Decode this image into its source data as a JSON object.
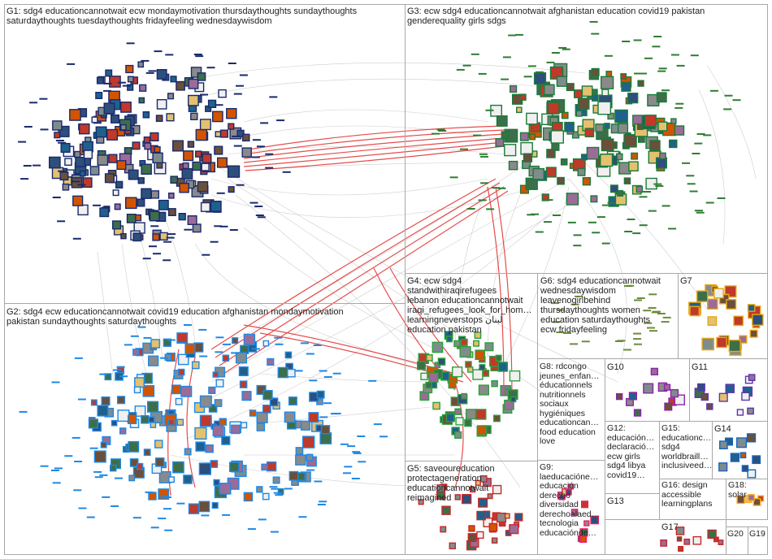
{
  "groups": [
    {
      "id": "g1",
      "text": "G1: sdg4 educationcannotwait ecw mondaymotivation thursdaythoughts sundaythoughts\nsaturdaythoughts tuesdaythoughts fridayfeeling wednesdaywisdom",
      "color": "#1a2a6c"
    },
    {
      "id": "g2",
      "text": "G2: sdg4 ecw educationcannotwait covid19 education afghanistan mondaymotivation\npakistan sundaythoughts saturdaythoughts",
      "color": "#1e88e5"
    },
    {
      "id": "g3",
      "text": "G3: ecw sdg4 educationcannotwait afghanistan education covid19 pakistan\ngenderequality girls sdgs",
      "color": "#1b7a3a"
    },
    {
      "id": "g4",
      "text": "G4: ecw sdg4\nstandwithiraqirefugees\nlebanon educationcannotwait\niraqi_refugees_look_for_hom…\nlearningneverstops لبنان\neducation pakistan",
      "color": "#2e9e3e"
    },
    {
      "id": "g5",
      "text": "G5: saveoureducation\nprotectageneration\neducationcannotwait\nreimagined",
      "color": "#c62828"
    },
    {
      "id": "g6",
      "text": "G6: sdg4 educationcannotwait\nwednesdaywisdom\nleavenogirlbehind\nthursdaythoughts women\neducation saturdaythoughts\necw fridayfeeling",
      "color": "#6d8c3a"
    },
    {
      "id": "g7",
      "text": "G7",
      "color": "#e6a817"
    },
    {
      "id": "g8",
      "text": "G8: rdcongo\njeunes_enfan…\néducationnels\nnutritionnels\nsociaux\nhygiéniques\neducationcan…\nfood education\nlove",
      "color": "#7b3fa0"
    },
    {
      "id": "g9",
      "text": "G9:\nlaeducacióne…\neducación\nderecho\ndiversidad\nderechoalaed…\ntecnologia\neducaciónde…",
      "color": "#e91e63"
    },
    {
      "id": "g10",
      "text": "G10",
      "color": "#8e24aa"
    },
    {
      "id": "g11",
      "text": "G11",
      "color": "#5e35b1"
    },
    {
      "id": "g12",
      "text": "G12:\neducación…\ndeclaració…\necw girls\nsdg4 libya\ncovid19…",
      "color": "#455a64"
    },
    {
      "id": "g13",
      "text": "G13",
      "color": "#2e7d32"
    },
    {
      "id": "g14",
      "text": "G14",
      "color": "#1565c0"
    },
    {
      "id": "g15",
      "text": "G15:\neducationc…\nsdg4\nworldbraill…\ninclusiveed…",
      "color": "#283593"
    },
    {
      "id": "g16",
      "text": "G16: design\naccessible\nlearningplans",
      "color": "#00838f"
    },
    {
      "id": "g17",
      "text": "G17",
      "color": "#c62828"
    },
    {
      "id": "g18",
      "text": "G18:\nsolar",
      "color": "#f9a825"
    },
    {
      "id": "g19",
      "text": "G19",
      "color": "#6a1b9a"
    },
    {
      "id": "g20",
      "text": "G20",
      "color": "#0277bd"
    }
  ]
}
